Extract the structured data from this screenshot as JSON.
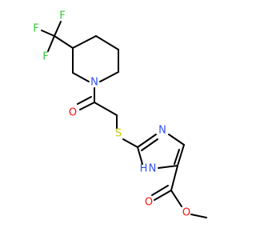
{
  "molecule": {
    "atoms": [
      {
        "id": "F1",
        "symbol": "F",
        "color": "#33cc33"
      },
      {
        "id": "F2",
        "symbol": "F",
        "color": "#33cc33"
      },
      {
        "id": "F3",
        "symbol": "F",
        "color": "#33cc33"
      },
      {
        "id": "N1",
        "symbol": "N",
        "color": "#3050f8"
      },
      {
        "id": "O1",
        "symbol": "O",
        "color": "#ff0d0d"
      },
      {
        "id": "S1",
        "symbol": "S",
        "color": "#cccc00"
      },
      {
        "id": "N2",
        "symbol": "N",
        "color": "#3050f8"
      },
      {
        "id": "N3",
        "symbol": "H N",
        "color": "#3050f8"
      },
      {
        "id": "O2",
        "symbol": "O",
        "color": "#ff0d0d"
      },
      {
        "id": "O3",
        "symbol": "O",
        "color": "#ff0d0d"
      }
    ]
  }
}
